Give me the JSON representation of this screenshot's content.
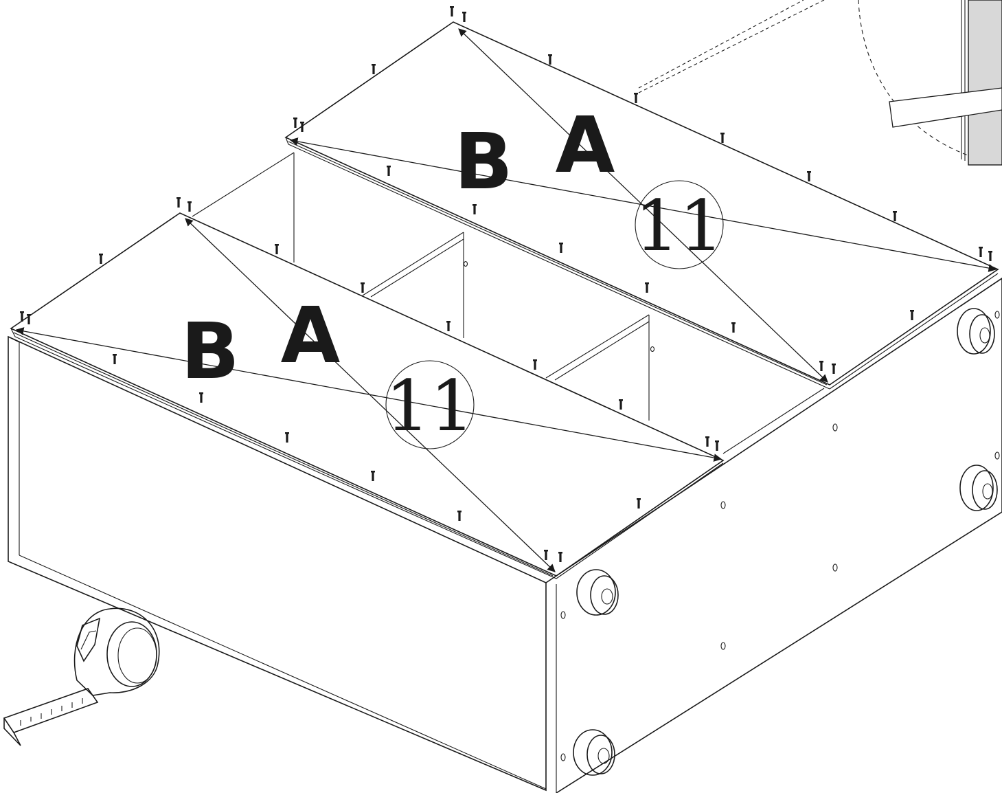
{
  "step_number": "11",
  "measure_labels": {
    "front_a": "A",
    "front_b": "B",
    "back_a": "A",
    "back_b": "B"
  },
  "icons": [
    "nail-icon",
    "tape-measure-icon",
    "arrowhead-icon",
    "caster-icon"
  ],
  "colors": {
    "line": "#1a1a1a",
    "background": "#ffffff",
    "detail_fill": "#d8d8d8"
  }
}
